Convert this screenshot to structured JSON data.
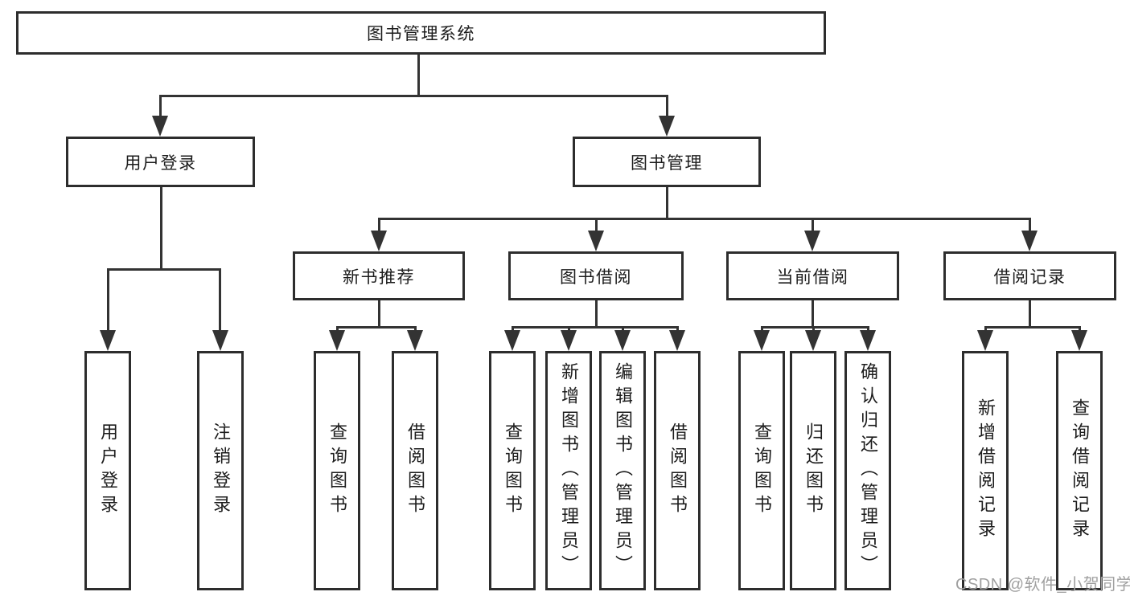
{
  "diagram": {
    "root": {
      "label": "图书管理系统"
    },
    "level2": {
      "user_login": {
        "label": "用户登录"
      },
      "book_management": {
        "label": "图书管理"
      }
    },
    "level3": {
      "new_book_recommend": {
        "label": "新书推荐"
      },
      "book_borrow": {
        "label": "图书借阅"
      },
      "current_borrow": {
        "label": "当前借阅"
      },
      "borrow_records": {
        "label": "借阅记录"
      }
    },
    "leaves": {
      "user_login": [
        "用户登录",
        "注销登录"
      ],
      "new_book_recommend": [
        "查询图书",
        "借阅图书"
      ],
      "book_borrow": [
        "查询图书",
        "新增图书（管理员）",
        "编辑图书（管理员）",
        "借阅图书"
      ],
      "current_borrow": [
        "查询图书",
        "归还图书",
        "确认归还（管理员）"
      ],
      "borrow_records": [
        "新增借阅记录",
        "查询借阅记录"
      ]
    }
  },
  "watermark": "CSDN @软件_小贺同学",
  "colors": {
    "line": "#333333",
    "border": "#2d2d2d",
    "text": "#1c1c1c",
    "background": "#ffffff",
    "watermark": "#a0a0a0"
  }
}
